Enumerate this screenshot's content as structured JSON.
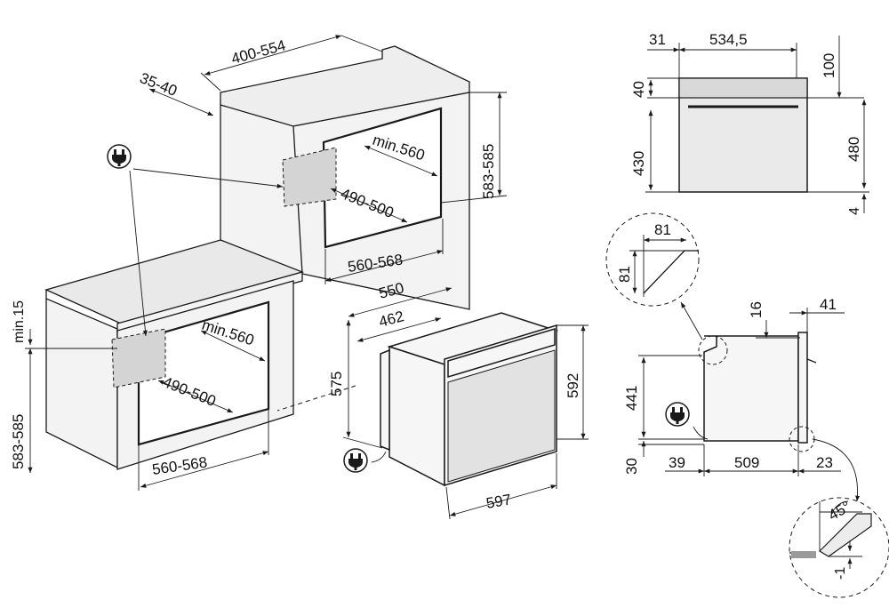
{
  "dimensions": {
    "column_depth": "400-554",
    "column_gap": "35-40",
    "column_height": "583-585",
    "column_min_width": "min.560",
    "column_depth_inner": "490-500",
    "column_width": "560-568",
    "under_height": "583-585",
    "under_min_gap": "min.15",
    "under_min_width": "min.560",
    "under_depth_inner": "490-500",
    "under_width": "560-568",
    "oven_depth_total": "550",
    "oven_depth_body": "462",
    "oven_height_body": "575",
    "oven_height_front": "592",
    "oven_width": "597",
    "front_left": "31",
    "front_width": "534,5",
    "front_top": "100",
    "front_panel": "40",
    "front_door": "430",
    "front_height": "480",
    "front_bottom": "4",
    "detail_w": "81",
    "detail_h": "81",
    "side_16": "16",
    "side_41": "41",
    "side_441": "441",
    "side_30": "30",
    "side_39": "39",
    "side_509": "509",
    "side_23": "23",
    "detail_angle": "45°",
    "detail_offset": "-1"
  },
  "icons": [
    "plug-icon",
    "plug-icon",
    "plug-icon",
    "plug-icon"
  ]
}
